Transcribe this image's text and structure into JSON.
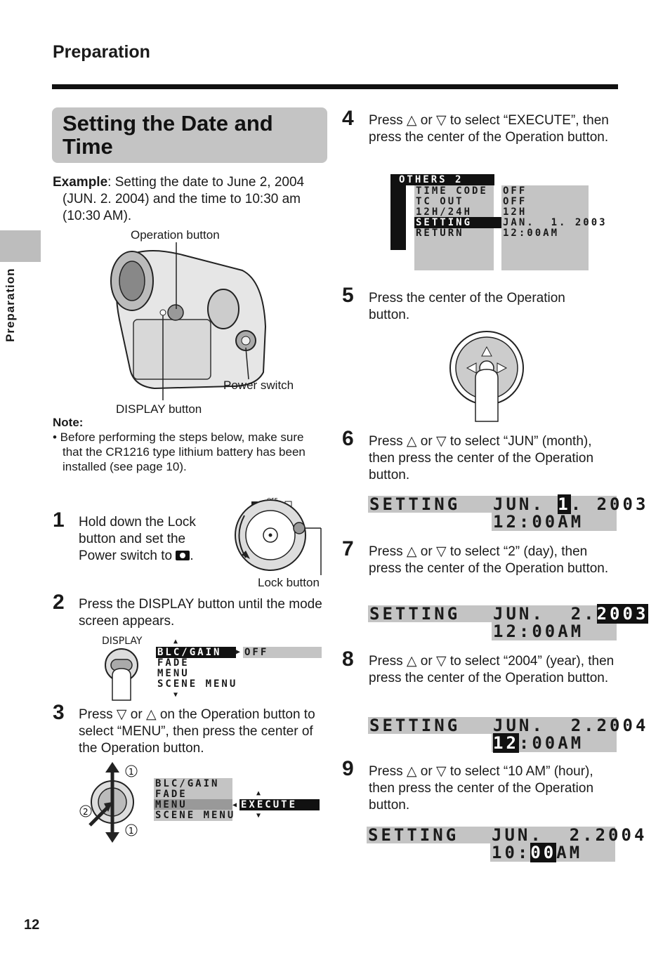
{
  "header": {
    "section": "Preparation",
    "side_tab": "Preparation",
    "page_number": "12"
  },
  "title": "Setting the Date and Time",
  "example": {
    "label": "Example",
    "text": ": Setting the date to June 2, 2004 (JUN. 2. 2004) and the time to 10:30 am (10:30 AM)."
  },
  "figure_labels": {
    "operation_button": "Operation button",
    "power_switch": "Power switch",
    "display_button": "DISPLAY button",
    "lock_button": "Lock button",
    "display_key": "DISPLAY",
    "off": "OFF"
  },
  "note": {
    "label": "Note:",
    "text": "• Before performing the steps below, make sure that the CR1216 type lithium battery has been installed (see page 10)."
  },
  "steps": [
    {
      "num": "1",
      "text": "Hold down the Lock button and set the Power switch to"
    },
    {
      "num": "2",
      "text": "Press the DISPLAY button until the mode screen appears."
    },
    {
      "num": "3",
      "pre": "Press",
      "mid": "or",
      "post": "on the Operation button to select “MENU”, then press the center of the Operation button."
    },
    {
      "num": "4",
      "pre": "Press",
      "mid": "or",
      "post": "to select “EXECUTE”, then press the center of the Operation button."
    },
    {
      "num": "5",
      "text": "Press the center of the Operation button."
    },
    {
      "num": "6",
      "pre": "Press",
      "mid": "or",
      "post": "to select “JUN” (month), then press the center of the Operation button."
    },
    {
      "num": "7",
      "pre": "Press",
      "mid": "or",
      "post": "to select “2” (day), then press the center of the Operation button."
    },
    {
      "num": "8",
      "pre": "Press",
      "mid": "or",
      "post": "to select “2004” (year), then press the center of the Operation button."
    },
    {
      "num": "9",
      "pre": "Press",
      "mid": "or",
      "post": "to select “10 AM” (hour), then press the center of the Operation button."
    }
  ],
  "menu2": {
    "items": [
      "BLC/GAIN",
      "FADE",
      "MENU",
      "SCENE MENU"
    ],
    "value": "OFF"
  },
  "menu3": {
    "items": [
      "BLC/GAIN",
      "FADE",
      "MENU",
      "SCENE MENU"
    ],
    "value": "EXECUTE",
    "callouts": [
      "1",
      "2",
      "1"
    ]
  },
  "menu4": {
    "title": "OTHERS 2",
    "items": [
      "TIME CODE",
      "TC OUT",
      "12H/24H",
      "SETTING",
      "RETURN"
    ],
    "values": [
      "OFF",
      "OFF",
      "12H",
      "JAN.  1. 2003",
      "12:00AM"
    ]
  },
  "setting_displays": [
    {
      "label": "SETTING",
      "date_a": "JUN. ",
      "date_hl": "1",
      "date_b": ". 2003",
      "time_a": "",
      "time_hl": "",
      "time_b": "12:00AM"
    },
    {
      "label": "SETTING",
      "date_a": "JUN.  2.",
      "date_hl": "2003",
      "date_b": "",
      "time_a": "",
      "time_hl": "",
      "time_b": "12:00AM"
    },
    {
      "label": "SETTING",
      "date_a": "JUN.  2.2004",
      "date_hl": "",
      "date_b": "",
      "time_a": "",
      "time_hl": "12",
      "time_b": ":00AM"
    },
    {
      "label": "SETTING",
      "date_a": "JUN.  2.2004",
      "date_hl": "",
      "date_b": "",
      "time_a": "10:",
      "time_hl": "00",
      "time_b": "AM"
    }
  ]
}
